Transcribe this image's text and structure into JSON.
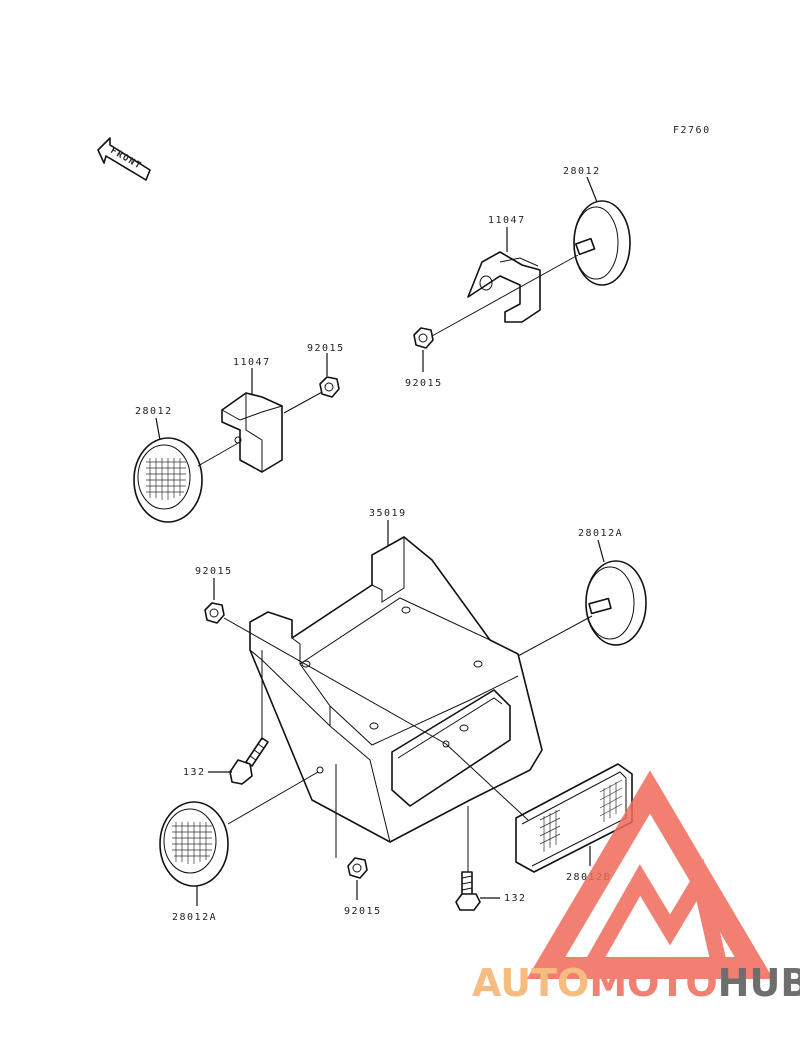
{
  "figure_code": "F2760",
  "front_arrow_text": "FRONT",
  "labels": {
    "p28012_top": "28012",
    "p11047_right": "11047",
    "p92015_right": "92015",
    "p11047_left": "11047",
    "p92015_left": "92015",
    "p28012_left": "28012",
    "p35019": "35019",
    "p28012A_right": "28012A",
    "p92015_mid": "92015",
    "p132_left": "132",
    "p28012A_bottom": "28012A",
    "p92015_bottom": "92015",
    "p132_bottom": "132",
    "p28012B": "28012B"
  },
  "watermark": {
    "part1": "AUTO",
    "part2": "MOTO",
    "part3": "HUB",
    "color_orange": "#f6b26b",
    "color_red": "#ef6b5b",
    "color_gray": "#555555"
  }
}
